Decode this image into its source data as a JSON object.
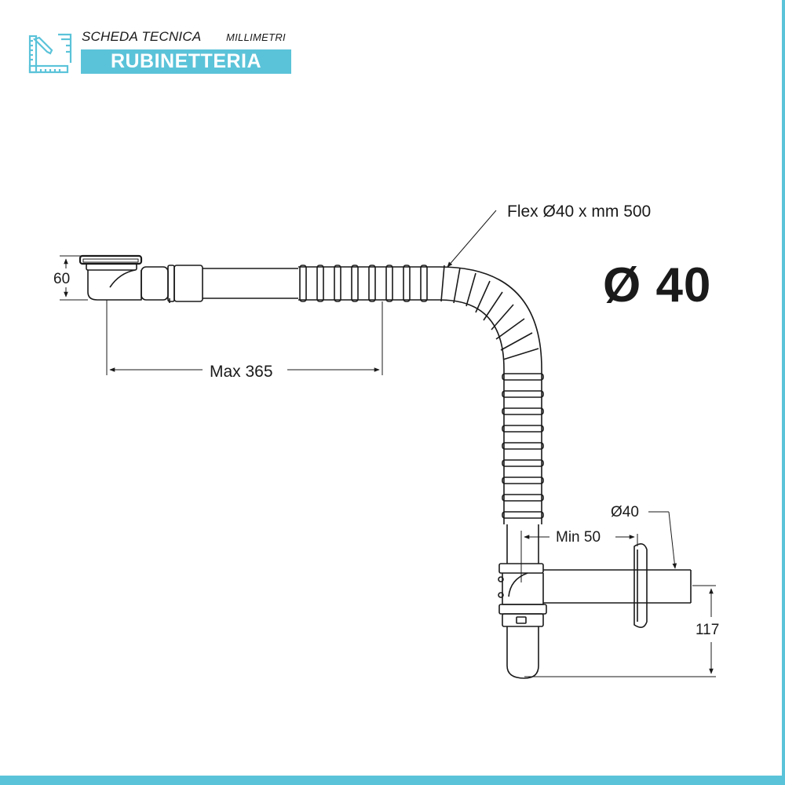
{
  "header": {
    "title": "SCHEDA TECNICA",
    "unit": "MILLIMETRI",
    "category": "RUBINETTERIA",
    "icon": "ruler-pencil-icon"
  },
  "colors": {
    "accent": "#5bc3d9",
    "line": "#1a1a1a"
  },
  "diameter_label": "Ø 40",
  "dimensions": {
    "flex_label": "Flex Ø40 x mm 500",
    "height_label": "60",
    "max_label": "Max 365",
    "outlet_diameter_label": "Ø40",
    "min_label": "Min 50",
    "outlet_height_label": "117"
  }
}
